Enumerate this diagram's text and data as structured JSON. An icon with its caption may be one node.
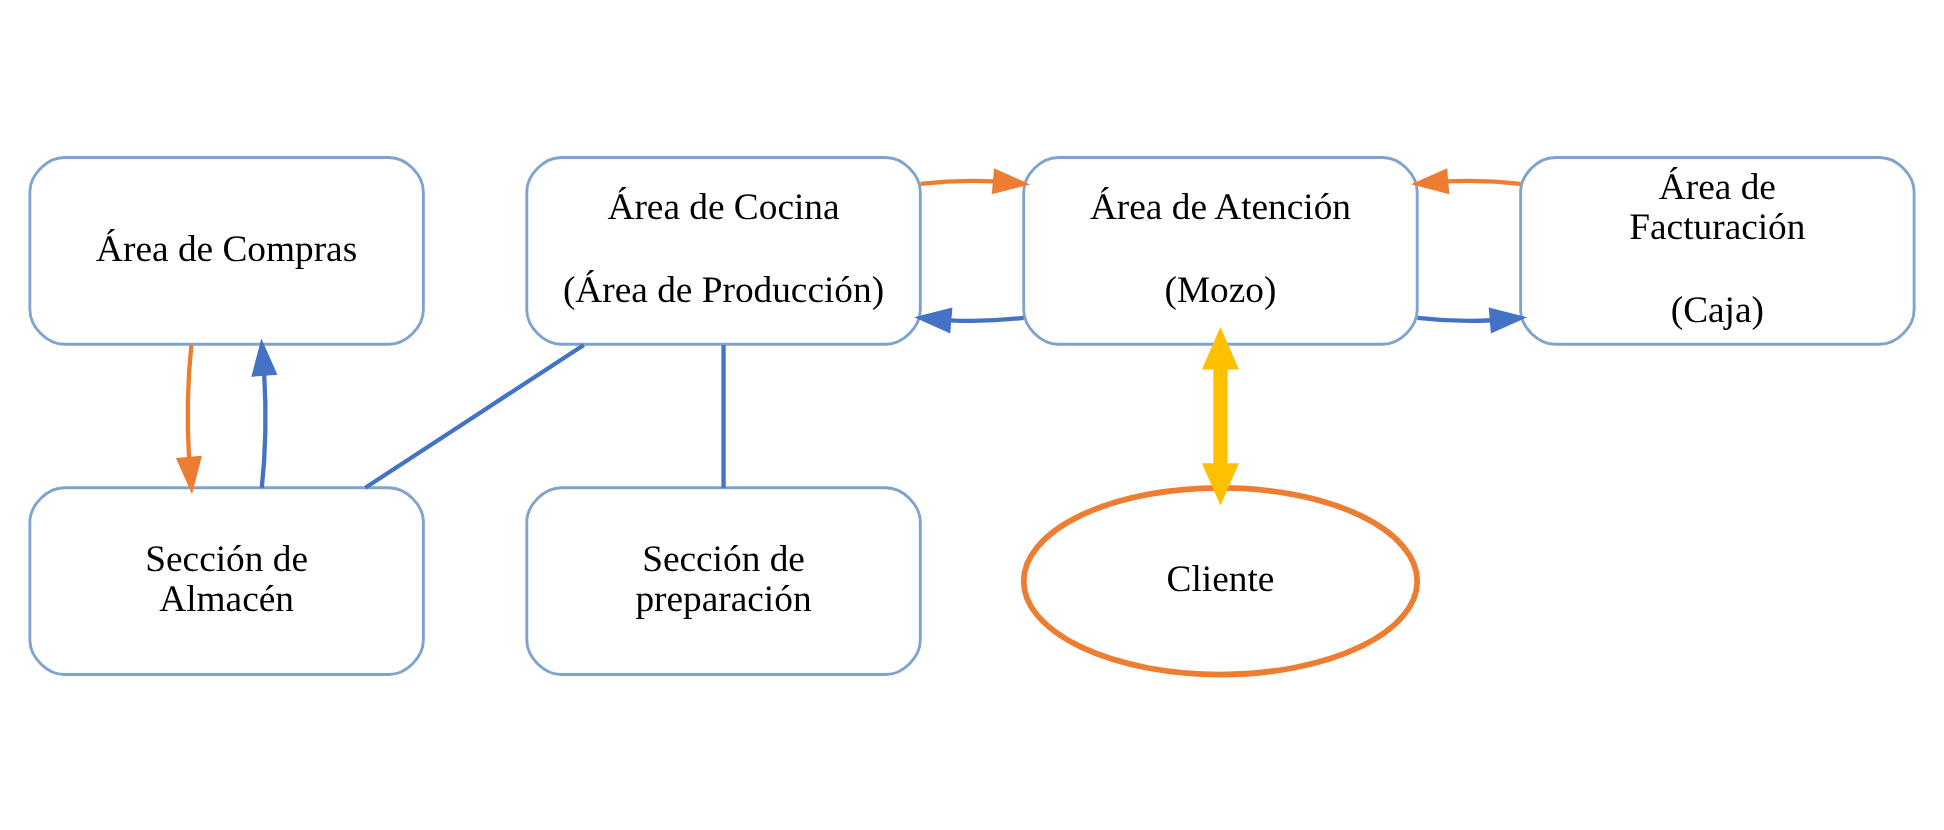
{
  "diagram": {
    "nodes": [
      {
        "text": [
          "Área de Compras"
        ]
      },
      {
        "text": [
          "Área de Cocina",
          "(Área de Producción)"
        ]
      },
      {
        "text": [
          "Área de Atención",
          "(Mozo)"
        ]
      },
      {
        "text": [
          "Área de Facturación",
          "(Caja)"
        ]
      },
      {
        "text": [
          "Sección de Almacén"
        ]
      },
      {
        "text": [
          "Sección de preparación"
        ]
      },
      {
        "text": [
          "Cliente"
        ]
      }
    ],
    "edges": [
      {
        "from": 2,
        "to": 1,
        "arrow": "to"
      },
      {
        "from": 1,
        "to": 2,
        "arrow": "to",
        "color": "#ed7d31"
      },
      {
        "from": 2,
        "to": 3,
        "arrow": "to"
      },
      {
        "from": 3,
        "to": 2,
        "arrow": "to",
        "color": "#ed7d31"
      },
      {
        "from": 4,
        "to": 0,
        "arrow": "to"
      },
      {
        "from": 0,
        "to": 4,
        "arrow": "to",
        "color": "#ed7d31"
      },
      {
        "from": 1,
        "to": 4,
        "arrow": "none"
      },
      {
        "from": 1,
        "to": 5,
        "arrow": "none"
      },
      {
        "from": 2,
        "to": 6,
        "arrow": "both",
        "style": "thick",
        "color": "#ffc000"
      }
    ]
  }
}
